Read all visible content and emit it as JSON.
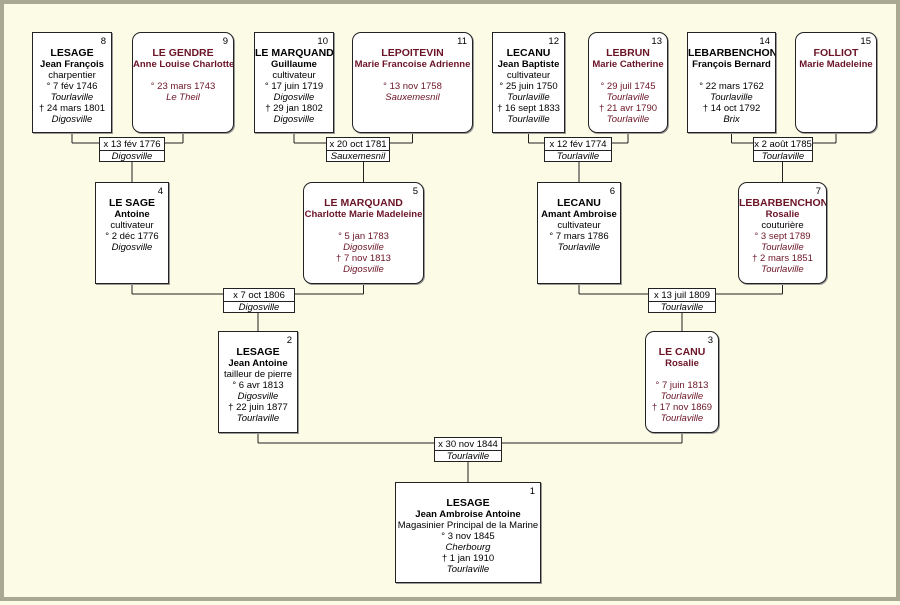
{
  "persons": [
    {
      "num": "8",
      "sex": "m",
      "surname": "LESAGE",
      "given": "Jean François",
      "occupation": "charpentier",
      "birth_date": "° 7 fév 1746",
      "birth_place": "Tourlaville",
      "death_date": "† 24 mars 1801",
      "death_place": "Digosville"
    },
    {
      "num": "9",
      "sex": "f",
      "surname": "LE GENDRE",
      "given": "Anne Louise Charlotte",
      "occupation": "",
      "birth_date": "° 23 mars 1743",
      "birth_place": "Le Theil",
      "death_date": "",
      "death_place": ""
    },
    {
      "num": "10",
      "sex": "m",
      "surname": "LE MARQUAND",
      "given": "Guillaume",
      "occupation": "cultivateur",
      "birth_date": "° 17 juin 1719",
      "birth_place": "Digosville",
      "death_date": "† 29 jan 1802",
      "death_place": "Digosville"
    },
    {
      "num": "11",
      "sex": "f",
      "surname": "LEPOITEVIN",
      "given": "Marie Francoise Adrienne",
      "occupation": "",
      "birth_date": "° 13 nov 1758",
      "birth_place": "Sauxemesnil",
      "death_date": "",
      "death_place": ""
    },
    {
      "num": "12",
      "sex": "m",
      "surname": "LECANU",
      "given": "Jean Baptiste",
      "occupation": "cultivateur",
      "birth_date": "° 25 juin 1750",
      "birth_place": "Tourlaville",
      "death_date": "† 16 sept 1833",
      "death_place": "Tourlaville"
    },
    {
      "num": "13",
      "sex": "f",
      "surname": "LEBRUN",
      "given": "Marie Catherine",
      "occupation": "",
      "birth_date": "° 29 juil 1745",
      "birth_place": "Tourlaville",
      "death_date": "† 21 avr 1790",
      "death_place": "Tourlaville"
    },
    {
      "num": "14",
      "sex": "m",
      "surname": "LEBARBENCHON",
      "given": "François Bernard",
      "occupation": "",
      "birth_date": "° 22 mars 1762",
      "birth_place": "Tourlaville",
      "death_date": "† 14 oct 1792",
      "death_place": "Brix"
    },
    {
      "num": "15",
      "sex": "f",
      "surname": "FOLLIOT",
      "given": "Marie Madeleine",
      "occupation": "",
      "birth_date": "",
      "birth_place": "",
      "death_date": "",
      "death_place": ""
    },
    {
      "num": "4",
      "sex": "m",
      "surname": "LE SAGE",
      "given": "Antoine",
      "occupation": "cultivateur",
      "birth_date": "° 2 déc 1776",
      "birth_place": "Digosville",
      "death_date": "",
      "death_place": ""
    },
    {
      "num": "5",
      "sex": "f",
      "surname": "LE MARQUAND",
      "given": "Charlotte Marie Madeleine",
      "occupation": "",
      "birth_date": "° 5 jan 1783",
      "birth_place": "Digosville",
      "death_date": "† 7 nov 1813",
      "death_place": "Digosville"
    },
    {
      "num": "6",
      "sex": "m",
      "surname": "LECANU",
      "given": "Amant Ambroise",
      "occupation": "cultivateur",
      "birth_date": "° 7 mars 1786",
      "birth_place": "Tourlaville",
      "death_date": "",
      "death_place": ""
    },
    {
      "num": "7",
      "sex": "f",
      "surname": "LEBARBENCHON",
      "given": "Rosalie",
      "occupation": "couturière",
      "birth_date": "° 3 sept 1789",
      "birth_place": "Tourlaville",
      "death_date": "† 2 mars 1851",
      "death_place": "Tourlaville"
    },
    {
      "num": "2",
      "sex": "m",
      "surname": "LESAGE",
      "given": "Jean Antoine",
      "occupation": "tailleur de pierre",
      "birth_date": "° 6 avr 1813",
      "birth_place": "Digosville",
      "death_date": "† 22 juin 1877",
      "death_place": "Tourlaville"
    },
    {
      "num": "3",
      "sex": "f",
      "surname": "LE CANU",
      "given": "Rosalie",
      "occupation": "",
      "birth_date": "° 7 juin 1813",
      "birth_place": "Tourlaville",
      "death_date": "† 17 nov 1869",
      "death_place": "Tourlaville"
    },
    {
      "num": "1",
      "sex": "m",
      "surname": "LESAGE",
      "given": "Jean Ambroise Antoine",
      "occupation": "Magasinier Principal de la Marine",
      "birth_date": "° 3 nov 1845",
      "birth_place": "Cherbourg",
      "death_date": "† 1 jan 1910",
      "death_place": "Tourlaville"
    }
  ],
  "marriages": [
    {
      "date": "x 13 fév 1776",
      "place": "Digosville"
    },
    {
      "date": "x 20 oct 1781",
      "place": "Sauxemesnil"
    },
    {
      "date": "x 12 fév 1774",
      "place": "Tourlaville"
    },
    {
      "date": "x 2 août 1785",
      "place": "Tourlaville"
    },
    {
      "date": "x 7 oct 1806",
      "place": "Digosville"
    },
    {
      "date": "x 13 juil 1809",
      "place": "Tourlaville"
    },
    {
      "date": "x 30 nov 1844",
      "place": "Tourlaville"
    }
  ]
}
